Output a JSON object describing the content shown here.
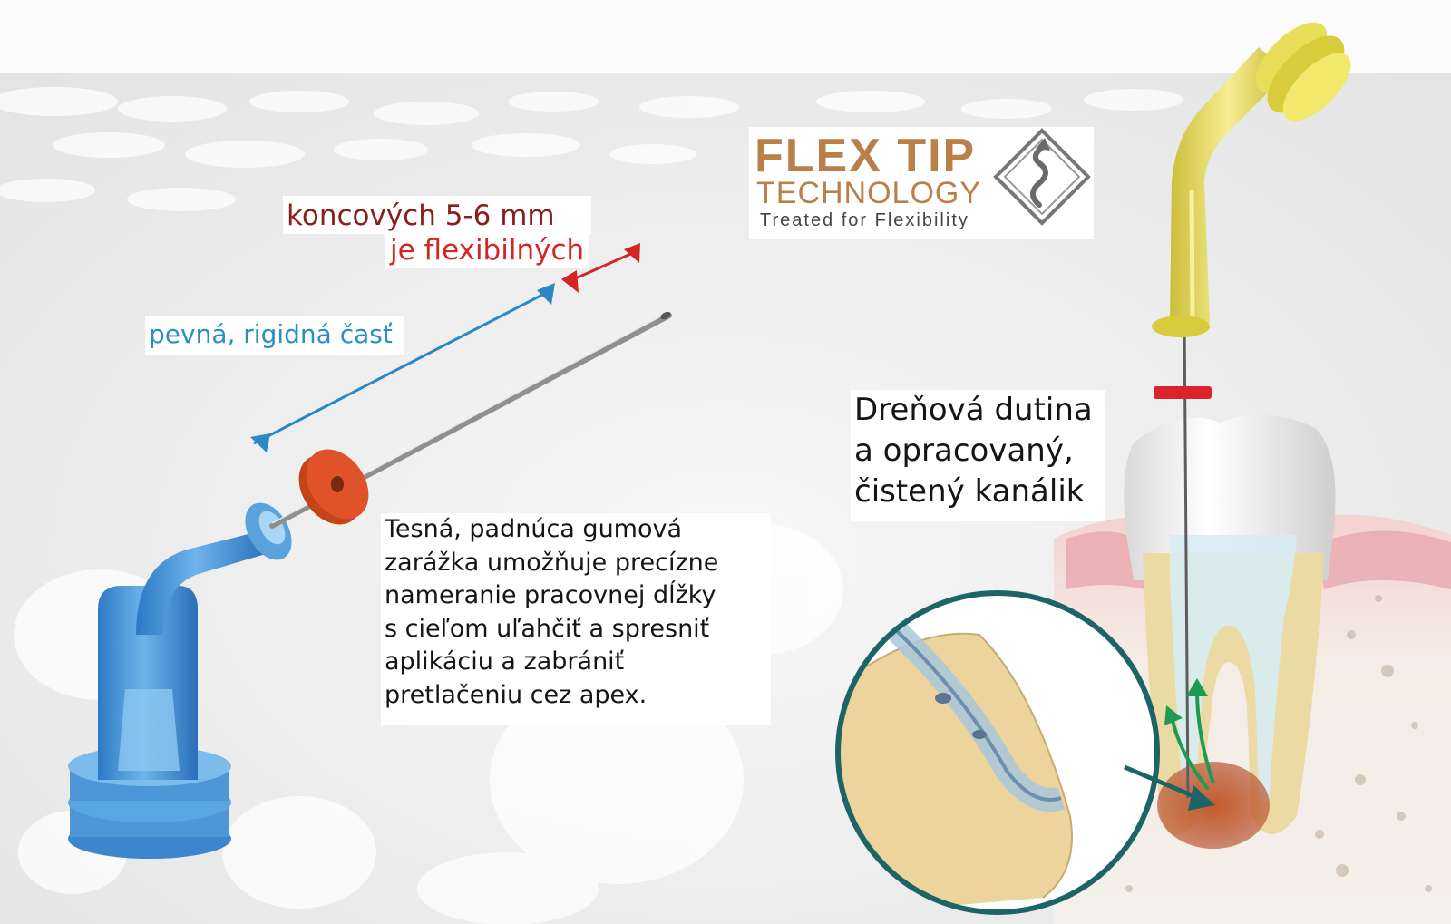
{
  "labels": {
    "flexible_line1": "koncových 5-6 mm",
    "flexible_line2": "je flexibilných",
    "rigid_part": "pevná, rigidná časť"
  },
  "brand": {
    "line1": "FLEX TIP",
    "line2": "TECHNOLOGY",
    "tagline": "Treated for Flexibility"
  },
  "stopper_description": [
    "Tesná, padnúca gumová",
    "zarážka umožňuje precízne",
    "nameranie pracovnej dĺžky",
    "s cieľom uľahčiť a spresniť",
    "aplikáciu a zabrániť",
    "pretlačeniu cez apex."
  ],
  "pulp_description": [
    "Dreňová dutina",
    "a opracovaný,",
    "čistený kanálik"
  ],
  "colors": {
    "flexible_text_dark": "#8a1d1d",
    "flexible_text_red": "#d42424",
    "rigid_text_blue": "#2a8fc4",
    "brand_bronze": "#b9804a",
    "tip_blue": "#5aa2dc",
    "tip_yellow": "#f2e660",
    "stopper_orange": "#e0532a",
    "circle_teal": "#1d6466"
  },
  "icons": {
    "brand_mark": "winding-road-sign-icon",
    "flow_arrows": "green-arrows-icon"
  }
}
